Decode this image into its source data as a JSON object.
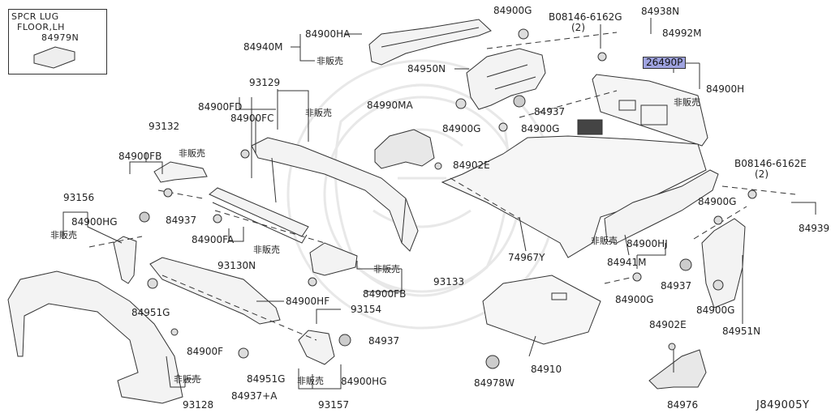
{
  "inset": {
    "line1": "SPCR LUG",
    "line2": "FLOOR,LH",
    "part": "84979N"
  },
  "labels": {
    "p84900G_a": "84900G",
    "p08146_a": "B08146-6162G",
    "p08146_a_qty": "(2)",
    "p84938N": "84938N",
    "p84992M": "84992M",
    "p26490P": "26490P",
    "p84900H": "84900H",
    "nfs_84900H": "非販売",
    "p84940M": "84940M",
    "p84900HA": "84900HA",
    "nfs_84900HA": "非販売",
    "p84950N": "84950N",
    "p93129": "93129",
    "p84900FD": "84900FD",
    "p84900FC": "84900FC",
    "nfs_93129": "非販売",
    "p84990MA": "84990MA",
    "p84937_a": "84937",
    "p84900G_b": "84900G",
    "p84900G_c": "84900G",
    "p84902E_a": "84902E",
    "p93132": "93132",
    "p84900FB_a": "84900FB",
    "nfs_93132": "非販売",
    "p08146_b": "B08146-6162E",
    "p08146_b_qty": "(2)",
    "p93156": "93156",
    "p84900HG_a": "84900HG",
    "nfs_93156": "非販売",
    "p84937_b": "84937",
    "p84900FA": "84900FA",
    "nfs_93130": "非販売",
    "p93130N": "93130N",
    "p74967Y": "74967Y",
    "p84900G_d": "84900G",
    "p84939": "84939",
    "nfs_84941M": "非販売",
    "p84900HJ": "84900HJ",
    "p84941M": "84941M",
    "nfs_93133": "非販売",
    "p93133": "93133",
    "p84900FB_b": "84900FB",
    "p84951G_a": "84951G",
    "p84900HF": "84900HF",
    "p93154": "93154",
    "p84937_c": "84937",
    "p84900G_e": "84900G",
    "p84900G_f": "84900G",
    "p84951N": "84951N",
    "p84900F": "84900F",
    "nfs_93128": "非販売",
    "p93128": "93128",
    "p84937A": "84937+A",
    "p84951G_b": "84951G",
    "p84937_d": "84937",
    "nfs_93157": "非販売",
    "p84900HG_b": "84900HG",
    "p93157": "93157",
    "p84910": "84910",
    "p84978W": "84978W",
    "p84902E_b": "84902E",
    "p84976": "84976",
    "diagram_id": "J849005Y"
  }
}
